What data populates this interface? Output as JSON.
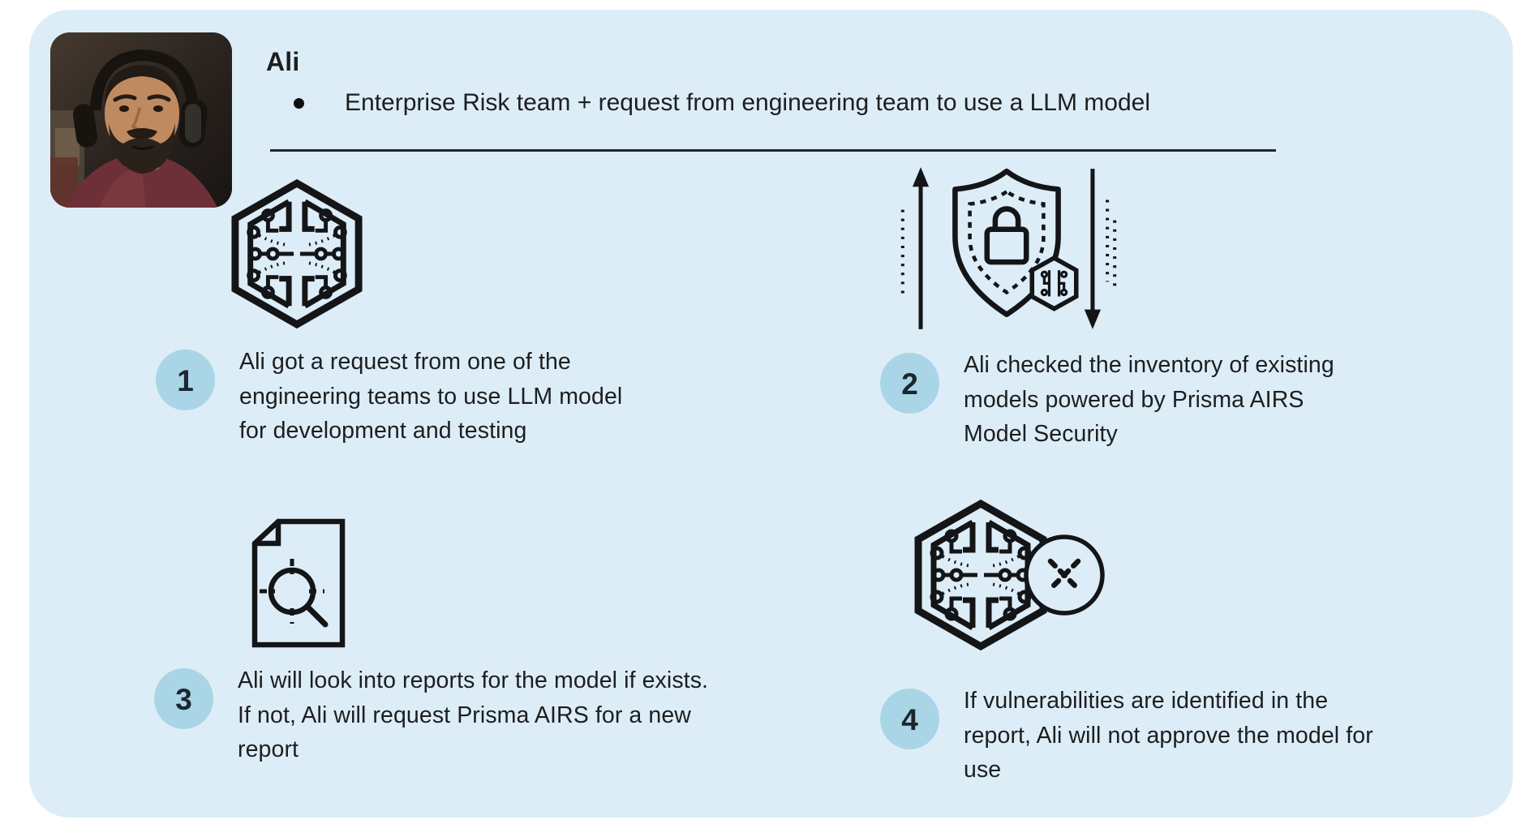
{
  "card": {
    "person": {
      "name": "Ali",
      "role_bullet": "Enterprise Risk team + request from engineering team to use a LLM model",
      "avatar_description": "Man wearing over-ear headphones"
    },
    "steps": [
      {
        "number": "1",
        "icon": "ai-model-hexagon-icon",
        "text": "Ali got a request from one of the engineering teams to use LLM model for development and testing"
      },
      {
        "number": "2",
        "icon": "model-security-shield-icon",
        "text": "Ali checked the inventory of existing models powered by Prisma AIRS Model Security"
      },
      {
        "number": "3",
        "icon": "report-scan-icon",
        "text": "Ali will look into reports for the model if exists. If not, Ali will request Prisma AIRS for a new report"
      },
      {
        "number": "4",
        "icon": "model-rejected-icon",
        "text": "If vulnerabilities are identified in the report, Ali will not approve the model for use"
      }
    ],
    "colors": {
      "card_bg": "#ddedf7",
      "badge_bg": "#a9d5e7",
      "text": "#1c1e20",
      "icon_stroke": "#131517",
      "divider": "#20262b"
    }
  }
}
